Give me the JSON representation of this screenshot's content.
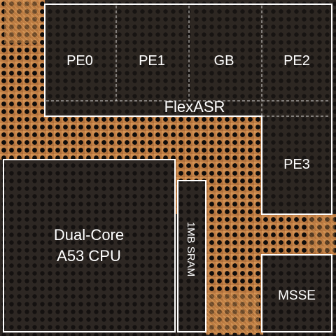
{
  "die": {
    "colors": {
      "substrate": "#2a2420",
      "bump_dark": "#0e0c0b",
      "copper": "#c8884a",
      "copper_light": "#e3a866",
      "outline": "#ffffff"
    }
  },
  "regions": {
    "pe0": "PE0",
    "pe1": "PE1",
    "gb": "GB",
    "pe2": "PE2",
    "flexasr": "FlexASR",
    "pe3": "PE3",
    "cpu_line1": "Dual-Core",
    "cpu_line2": "A53 CPU",
    "sram": "1MB SRAM",
    "msse": "MSSE"
  }
}
